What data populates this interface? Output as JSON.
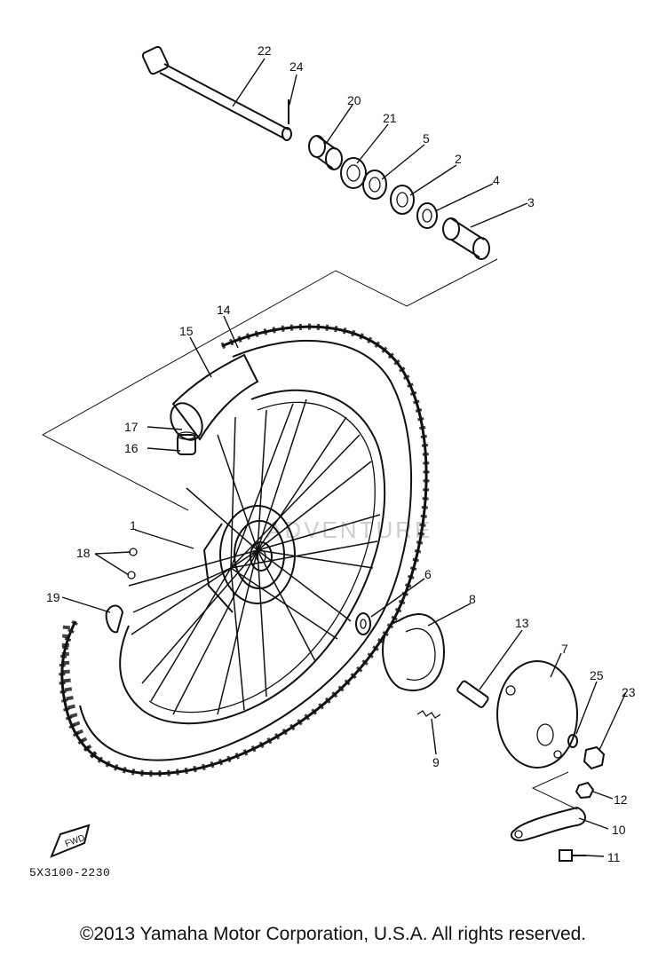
{
  "diagram": {
    "code": "5X3100-2230",
    "fwd_label": "FWD",
    "parts": [
      {
        "id": "p1",
        "number": "1"
      },
      {
        "id": "p2",
        "number": "2"
      },
      {
        "id": "p3",
        "number": "3"
      },
      {
        "id": "p4",
        "number": "4"
      },
      {
        "id": "p5",
        "number": "5"
      },
      {
        "id": "p6",
        "number": "6"
      },
      {
        "id": "p7",
        "number": "7"
      },
      {
        "id": "p8",
        "number": "8"
      },
      {
        "id": "p9",
        "number": "9"
      },
      {
        "id": "p10",
        "number": "10"
      },
      {
        "id": "p11",
        "number": "11"
      },
      {
        "id": "p12",
        "number": "12"
      },
      {
        "id": "p13",
        "number": "13"
      },
      {
        "id": "p14",
        "number": "14"
      },
      {
        "id": "p15",
        "number": "15"
      },
      {
        "id": "p16",
        "number": "16"
      },
      {
        "id": "p17",
        "number": "17"
      },
      {
        "id": "p18",
        "number": "18"
      },
      {
        "id": "p19",
        "number": "19"
      },
      {
        "id": "p20",
        "number": "20"
      },
      {
        "id": "p21",
        "number": "21"
      },
      {
        "id": "p22",
        "number": "22"
      },
      {
        "id": "p23",
        "number": "23"
      },
      {
        "id": "p24",
        "number": "24"
      },
      {
        "id": "p25",
        "number": "25"
      }
    ]
  },
  "watermark": "ADVENTURE",
  "copyright": "©2013 Yamaha Motor Corporation, U.S.A. All rights reserved."
}
